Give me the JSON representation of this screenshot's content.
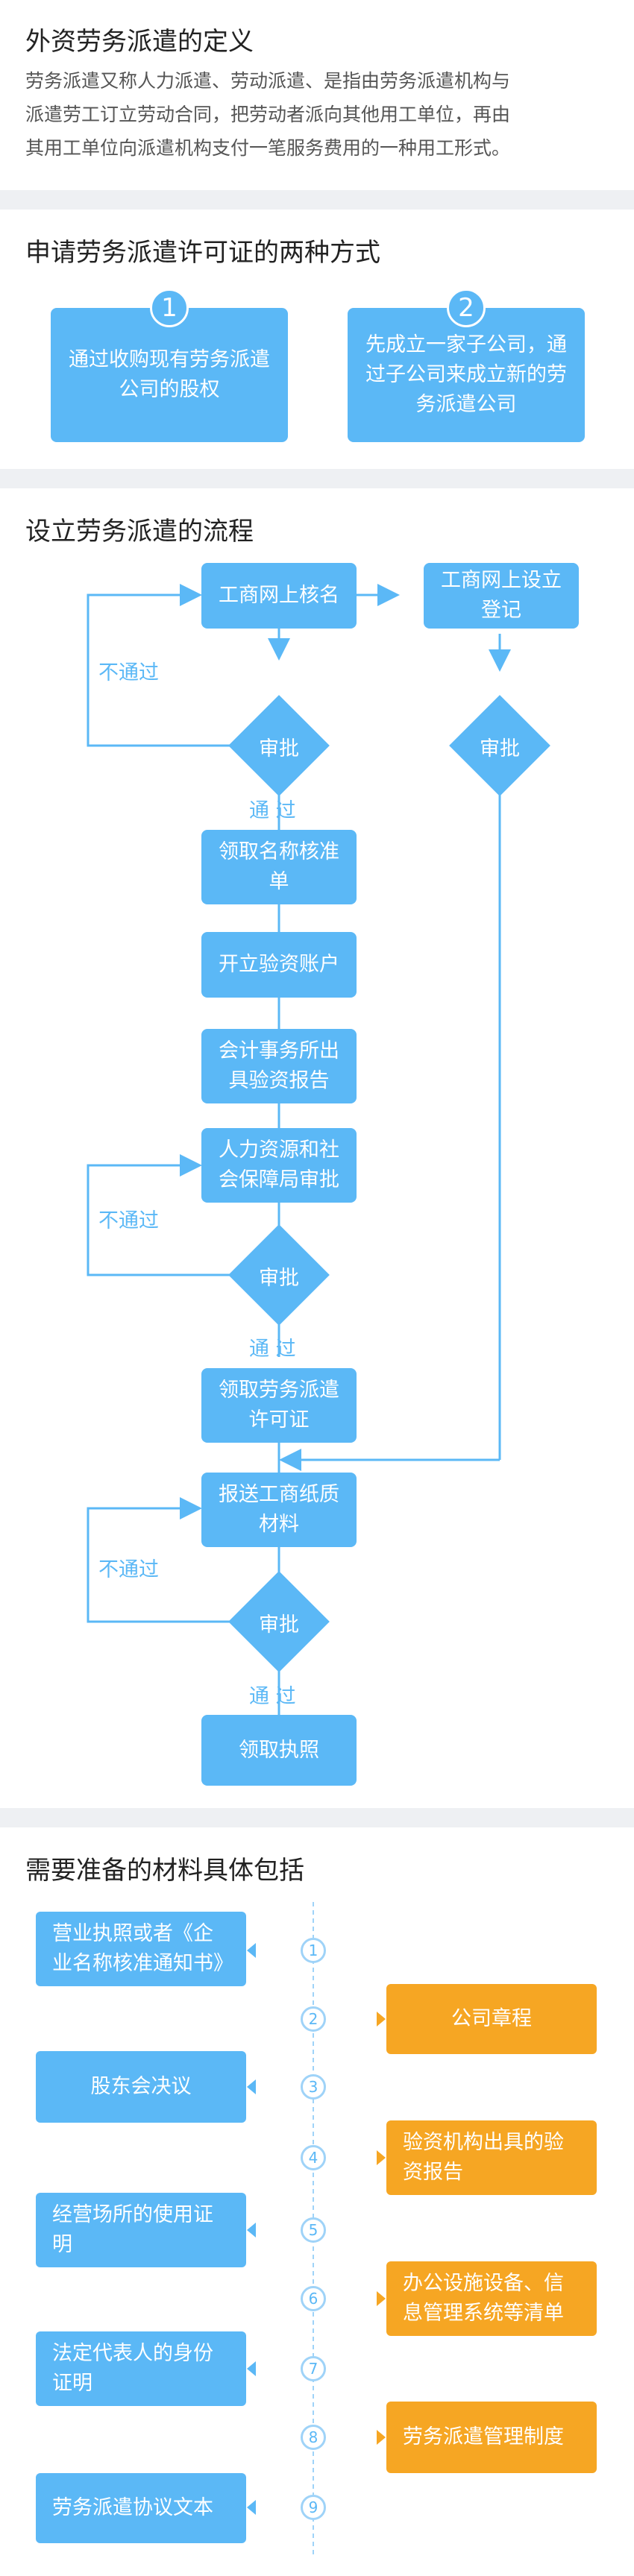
{
  "definition": {
    "title": "外资劳务派遣的定义",
    "lines": [
      "劳务派遣又称人力派遣、劳动派遣、是指由劳务派遣机构与",
      "派遣劳工订立劳动合同，把劳动者派向其他用工单位，再由",
      "其用工单位向派遣机构支付一笔服务费用的一种用工形式。"
    ]
  },
  "methods": {
    "title": "申请劳务派遣许可证的两种方式",
    "items": [
      {
        "num": "1",
        "text": "通过收购现有劳务派遣公司的股权"
      },
      {
        "num": "2",
        "text": "先成立一家子公司，通过子公司来成立新的劳务派遣公司"
      }
    ]
  },
  "process": {
    "title": "设立劳务派遣的流程",
    "steps": {
      "name_check": "工商网上核名",
      "online_register": "工商网上设立登记",
      "approval": "审批",
      "get_name_notice": "领取名称核准单",
      "open_account": "开立验资账户",
      "audit_report": "会计事务所出具验资报告",
      "hr_approval": "人力资源和社会保障局审批",
      "get_permit": "领取劳务派遣许可证",
      "submit_paper": "报送工商纸质材料",
      "get_license": "领取执照"
    },
    "fail_label": "不通过",
    "pass_label": "通 过"
  },
  "materials": {
    "title": "需要准备的材料具体包括",
    "items": [
      {
        "num": "1",
        "text": "营业执照或者《企业名称核准通知书》",
        "side": "left",
        "color": "#5bb8f6"
      },
      {
        "num": "2",
        "text": "公司章程",
        "side": "right",
        "color": "#f6a623"
      },
      {
        "num": "3",
        "text": "股东会决议",
        "side": "left",
        "color": "#5bb8f6"
      },
      {
        "num": "4",
        "text": "验资机构出具的验资报告",
        "side": "right",
        "color": "#f6a623"
      },
      {
        "num": "5",
        "text": "经营场所的使用证明",
        "side": "left",
        "color": "#5bb8f6"
      },
      {
        "num": "6",
        "text": "办公设施设备、信息管理系统等清单",
        "side": "right",
        "color": "#f6a623"
      },
      {
        "num": "7",
        "text": "法定代表人的身份证明",
        "side": "left",
        "color": "#5bb8f6"
      },
      {
        "num": "8",
        "text": "劳务派遣管理制度",
        "side": "right",
        "color": "#f6a623"
      },
      {
        "num": "9",
        "text": "劳务派遣协议文本",
        "side": "left",
        "color": "#5bb8f6"
      }
    ]
  },
  "colors": {
    "blue": "#5bb8f6",
    "orange": "#f6a623",
    "gap": "#eef0f3"
  }
}
